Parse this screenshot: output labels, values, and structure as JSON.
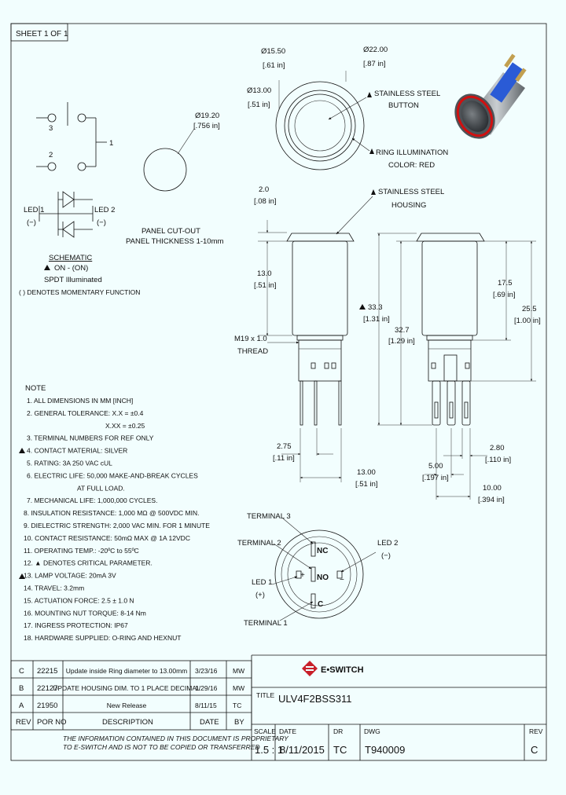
{
  "sheet_label": "SHEET 1 OF 1",
  "schematic": {
    "terminal_3": "3",
    "terminal_2": "2",
    "terminal_1": "1",
    "led1": "LED 1",
    "led1_sign": "(−)",
    "led2": "LED 2",
    "led2_sign": "(−)",
    "title": "SCHEMATIC",
    "mode": "ON - (ON)",
    "illumination": "SPDT Illuminated",
    "note": "( ) DENOTES MOMENTARY FUNCTION"
  },
  "panel_cutout": {
    "dia_mm": "Ø19.20",
    "dia_in": "[.756 in]",
    "label1": "PANEL CUT-OUT",
    "label2": "PANEL THICKNESS 1-10mm"
  },
  "front_view": {
    "d1_mm": "Ø15.50",
    "d1_in": "[.61 in]",
    "d2_mm": "Ø22.00",
    "d2_in": "[.87 in]",
    "d3_mm": "Ø13.00",
    "d3_in": "[.51 in]",
    "button_l1": "STAINLESS STEEL",
    "button_l2": "BUTTON",
    "ring_l1": "RING ILLUMINATION",
    "ring_l2": "COLOR: RED"
  },
  "side_view": {
    "housing_l1": "STAINLESS STEEL",
    "housing_l2": "HOUSING",
    "h1_mm": "2.0",
    "h1_in": "[.08 in]",
    "h2_mm": "13.0",
    "h2_in": "[.51 in]",
    "thread_l1": "M19 x 1.0",
    "thread_l2": "THREAD",
    "total_mm": "33.3",
    "total_in": "[1.31 in]",
    "body_mm": "32.7",
    "body_in": "[1.29 in]",
    "pin_mm": "2.75",
    "pin_in": "[.11 in]",
    "width_mm": "13.00",
    "width_in": "[.51 in]",
    "r1_mm": "17.5",
    "r1_in": "[.69 in]",
    "r2_mm": "25.5",
    "r2_in": "[1.00 in]",
    "gap_mm": "2.80",
    "gap_in": "[.110 in]",
    "pitch_mm": "5.00",
    "pitch_in": "[.197 in]",
    "span_mm": "10.00",
    "span_in": "[.394 in]"
  },
  "notes": {
    "heading": "NOTE",
    "lines": [
      "1. ALL DIMENSIONS IN MM [INCH]",
      "2. GENERAL TOLERANCE: X.X = ±0.4",
      "X.XX = ±0.25",
      "3. TERMINAL NUMBERS FOR REF ONLY",
      "4. CONTACT MATERIAL: SILVER",
      "5. RATING: 3A 250 VAC cUL",
      "6. ELECTRIC LIFE: 50,000 MAKE-AND-BREAK CYCLES",
      "AT FULL LOAD.",
      "7. MECHANICAL LIFE: 1,000,000 CYCLES.",
      "8. INSULATION RESISTANCE: 1,000 MΩ @ 500VDC MIN.",
      "9. DIELECTRIC STRENGTH: 2,000 VAC MIN. FOR 1 MINUTE",
      "10. CONTACT RESISTANCE: 50mΩ MAX @ 1A 12VDC",
      "11. OPERATING TEMP.: -20ºC to 55ºC",
      "12. ▲ DENOTES CRITICAL PARAMETER.",
      "13. LAMP VOLTAGE: 20mA 3V",
      "14. TRAVEL: 3.2mm",
      "15. ACTUATION FORCE: 2.5 ± 1.0 N",
      "16. MOUNTING NUT TORQUE: 8-14 Nm",
      "17. INGRESS PROTECTION: IP67",
      "18. HARDWARE SUPPLIED: O-RING AND HEXNUT"
    ]
  },
  "terminal_view": {
    "t3": "TERMINAL 3",
    "t2": "TERMINAL 2",
    "t1": "TERMINAL 1",
    "led1": "LED 1",
    "led1_sign": "(+)",
    "led2": "LED 2",
    "led2_sign": "(−)",
    "nc": "NC",
    "no": "NO",
    "c": "C",
    "plus": "+",
    "minus": "−"
  },
  "revisions": {
    "rows": [
      {
        "rev": "C",
        "por": "22215",
        "desc": "Update inside Ring diameter to 13.00mm",
        "date": "3/23/16",
        "by": "MW"
      },
      {
        "rev": "B",
        "por": "22127",
        "desc": "UPDATE HOUSING DIM. TO 1 PLACE DECIMAL",
        "date": "1/29/16",
        "by": "MW"
      },
      {
        "rev": "A",
        "por": "21950",
        "desc": "New Release",
        "date": "8/11/15",
        "by": "TC"
      }
    ],
    "headers": {
      "rev": "REV",
      "por": "POR NO",
      "desc": "DESCRIPTION",
      "date": "DATE",
      "by": "BY"
    }
  },
  "disclaimer": {
    "line1": "THE INFORMATION CONTAINED IN THIS DOCUMENT IS PROPRIETARY",
    "line2": "TO E-SWITCH AND IS NOT TO BE COPIED OR TRANSFERRED"
  },
  "title_block": {
    "brand": "E•SWITCH",
    "title_label": "TITLE",
    "title": "ULV4F2BSS311",
    "scale_label": "SCALE",
    "scale": "1.5 : 1",
    "date_label": "DATE",
    "date": "8/11/2015",
    "dr_label": "DR",
    "dr": "TC",
    "dwg_label": "DWG",
    "dwg": "T940009",
    "rev_label": "REV",
    "rev": "C"
  },
  "colors": {
    "background": "#f2fefe",
    "brand_red": "#c8202a",
    "ring_red": "#d01010",
    "terminal_blue": "#2a5bd6",
    "line": "#111111"
  }
}
